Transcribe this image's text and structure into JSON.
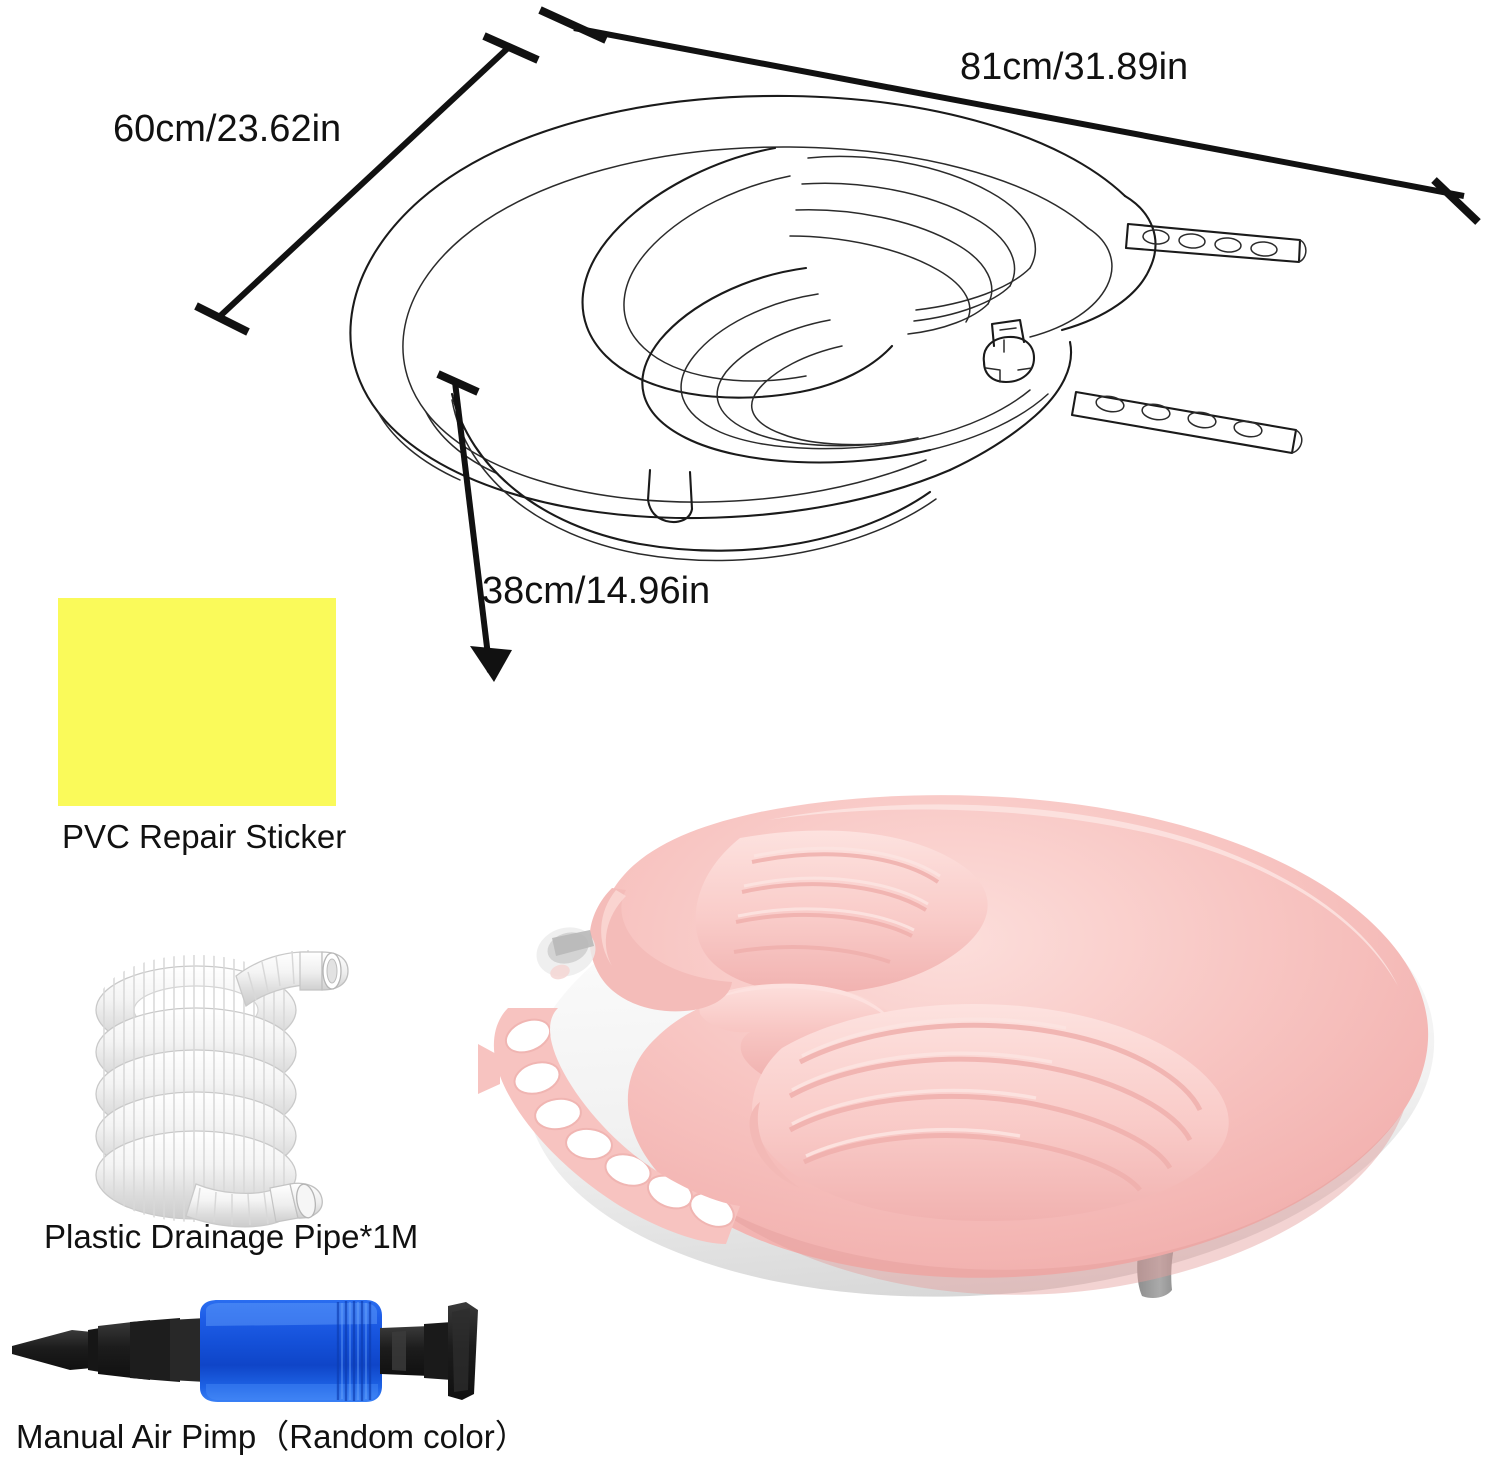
{
  "product": {
    "type": "inflatable-sitz-bath",
    "body_color": "#f6bcba",
    "body_color_light": "#fbd6d3",
    "body_color_shadow": "#e8a3a1",
    "basin_color": "#d2d2d2",
    "base_color": "#f2f2f2",
    "drain_color": "#9a9a9a",
    "outline_color": "#1a1a1a"
  },
  "dimensions": {
    "width": {
      "id": "dim-width",
      "label": "81cm/31.89in",
      "cm": 81,
      "inches": 31.89
    },
    "depth": {
      "id": "dim-depth",
      "label": "60cm/23.62in",
      "cm": 60,
      "inches": 23.62
    },
    "height": {
      "id": "dim-height",
      "label": "38cm/14.96in",
      "cm": 38,
      "inches": 14.96
    }
  },
  "accessories": [
    {
      "id": "pvc-repair-sticker",
      "caption": "PVC Repair Sticker",
      "icon": "yellow-square-swatch",
      "color": "#fafa5a"
    },
    {
      "id": "plastic-drainage-pipe",
      "caption": "Plastic Drainage Pipe*1M",
      "icon": "coiled-hose",
      "color": "#f0f0f0",
      "length_m": 1
    },
    {
      "id": "manual-air-pump",
      "caption": "Manual Air Pimp（Random color）",
      "icon": "hand-air-pump",
      "barrel_color": "#1450d8",
      "barrel_color_light": "#3b7ef0",
      "fitting_color": "#232323"
    }
  ]
}
